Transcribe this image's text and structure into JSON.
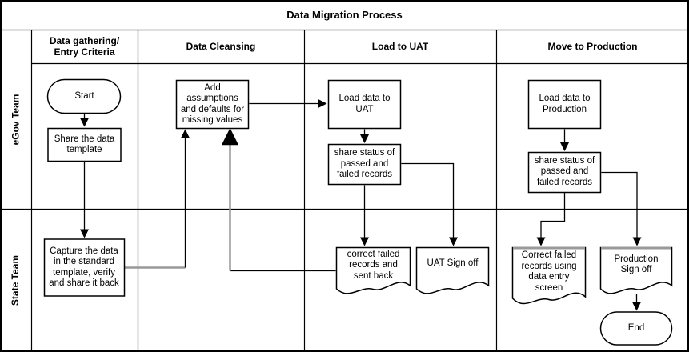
{
  "title": "Data Migration Process",
  "lanes": {
    "egov": "eGov Team",
    "state": "State Team"
  },
  "phases": {
    "p1": "Data gathering/\nEntry Criteria",
    "p2": "Data Cleansing",
    "p3": "Load to UAT",
    "p4": "Move to Production"
  },
  "nodes": {
    "start": "Start",
    "share_template": "Share the data\ntemplate",
    "capture_data": "Capture the data\nin the standard\ntemplate, verify\nand share it back",
    "add_assumptions": "Add\nassumptions\nand defaults for\nmissing values",
    "load_uat": "Load data to\nUAT",
    "share_status_uat": "share status of\npassed and\nfailed records",
    "correct_failed_uat": "correct failed\nrecords and\nsent back",
    "uat_signoff": "UAT Sign off",
    "load_prod": "Load data to\nProduction",
    "share_status_prod": "share status of\npassed and\nfailed records",
    "correct_failed_prod": "Correct failed\nrecords using\ndata entry\nscreen",
    "prod_signoff": "Production\nSign off",
    "end": "End"
  },
  "colors": {
    "stroke": "#000000",
    "background": "#ffffff",
    "alt_connector": "#999999"
  }
}
